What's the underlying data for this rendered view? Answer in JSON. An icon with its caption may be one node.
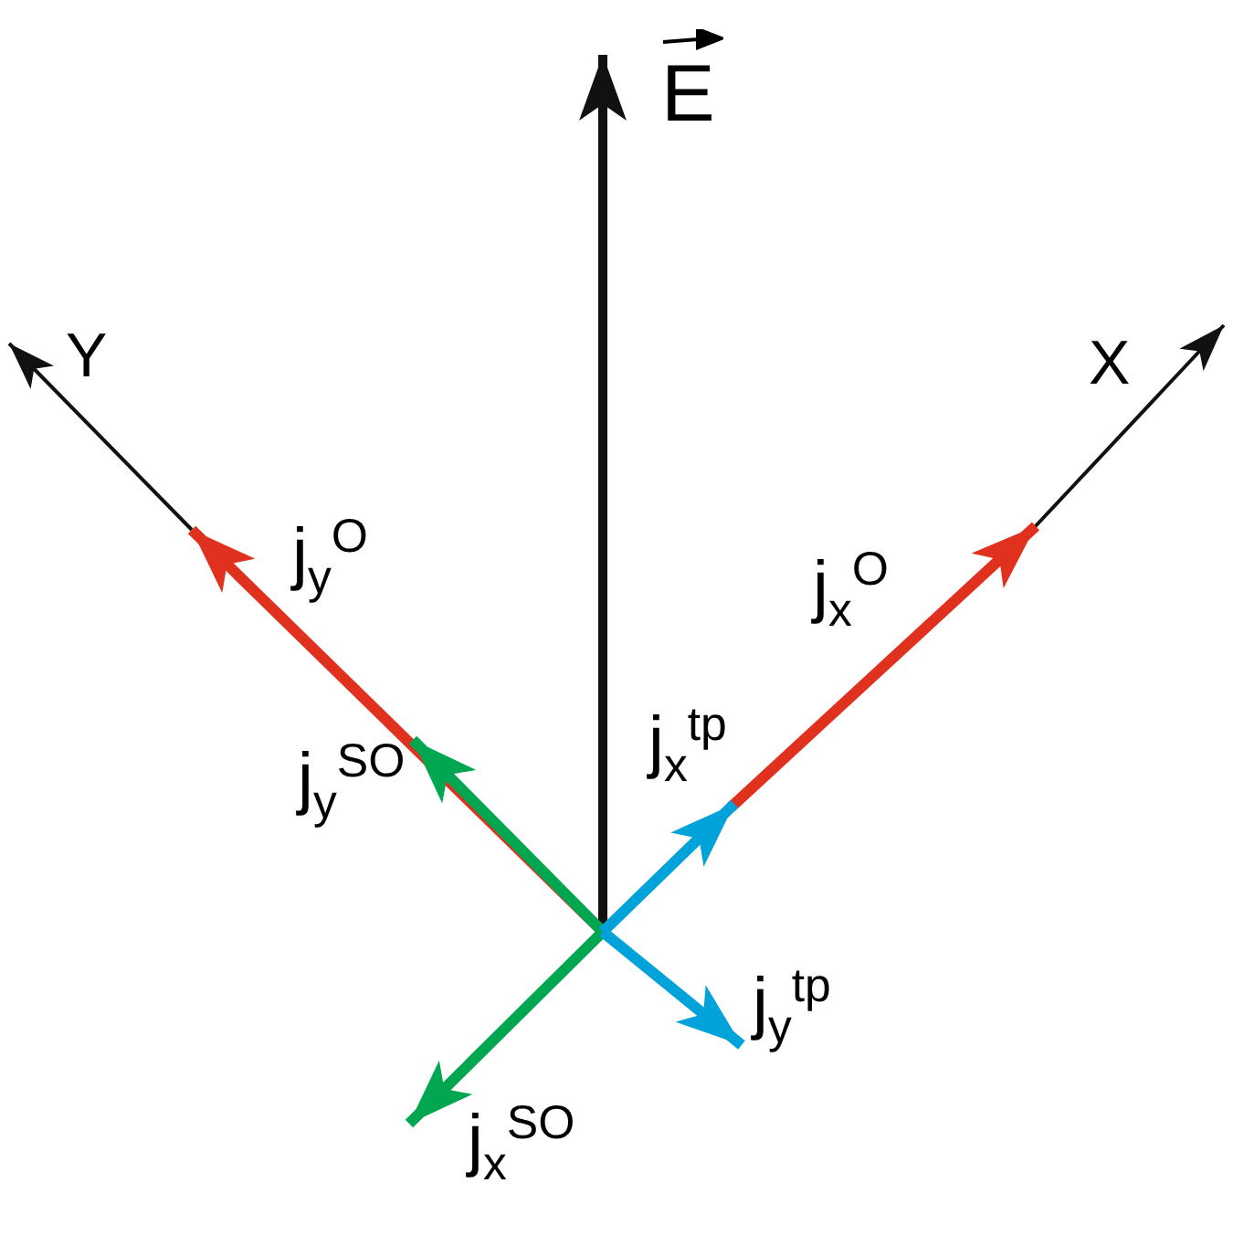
{
  "diagram": {
    "labels": [
      "E",
      "Y",
      "X",
      "j$_{y}$$^{O}$",
      "j$_{x}$$^{O}$",
      "j$_{x}$$^{tp}$",
      "j$_{y}$$^{SO}$",
      "j$_{y}$$^{tp}$",
      "j$_{x}$$^{SO}$"
    ]
  }
}
